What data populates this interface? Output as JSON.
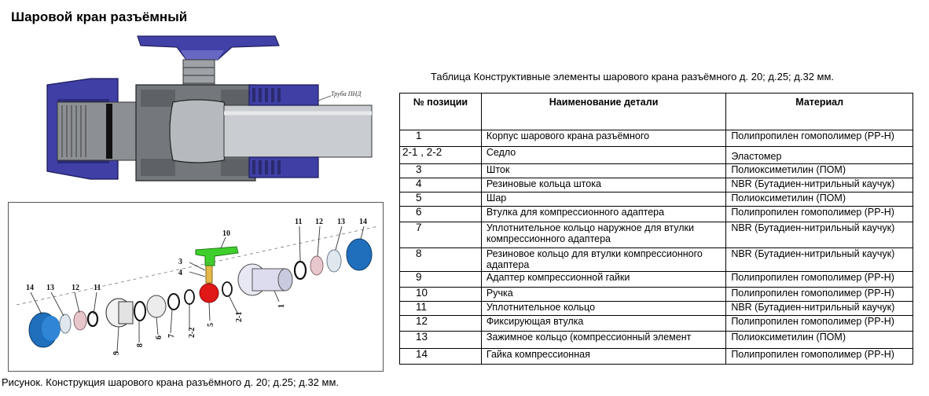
{
  "page_title": "Шаровой кран разъёмный",
  "section_label": "Труба ПНД",
  "table_title": "Таблица Конструктивные элементы шарового крана разъёмного д. 20; д.25; д.32 мм.",
  "table": {
    "headers": [
      "№ позиции",
      "Наименование детали",
      "Материал"
    ],
    "rows": [
      {
        "pos": "1",
        "name": "Корпус шарового крана разъёмного",
        "material": "Полипропилен гомополимер (PP-H)"
      },
      {
        "pos": "2-1 , 2-2",
        "name": "Седло",
        "material": "Эластомер"
      },
      {
        "pos": "3",
        "name": "Шток",
        "material": "Полиоксиметилин (ПОМ)"
      },
      {
        "pos": "4",
        "name": "Резиновые кольца штока",
        "material": "NBR (Бутадиен-нитрильный каучук)"
      },
      {
        "pos": "5",
        "name": "Шар",
        "material": "Полиоксиметилин (ПОМ)"
      },
      {
        "pos": "6",
        "name": "Втулка для компрессионного адаптера",
        "material": "Полипропилен гомополимер (PP-H)"
      },
      {
        "pos": "7",
        "name": "Уплотнительное кольцо наружное для втулки компрессионного адаптера",
        "material": "NBR (Бутадиен-нитрильный каучук)"
      },
      {
        "pos": "8",
        "name": "Резиновое кольцо для втулки компрессионного адаптера",
        "material": "NBR (Бутадиен-нитрильный каучук)"
      },
      {
        "pos": "9",
        "name": "Адаптер компрессионной гайки",
        "material": "Полипропилен гомополимер (PP-H)"
      },
      {
        "pos": "10",
        "name": "Ручка",
        "material": "Полипропилен гомополимер (PP-H)"
      },
      {
        "pos": "11",
        "name": "Уплотнительное кольцо",
        "material": "NBR (Бутадиен-нитрильный каучук)"
      },
      {
        "pos": "12",
        "name": "Фиксирующая втулка",
        "material": "Полипропилен гомополимер (PP-H)"
      },
      {
        "pos": "13",
        "name": "Зажимное кольцо (компрессионный элемент",
        "material": "Полиоксиметилин (ПОМ)"
      },
      {
        "pos": "14",
        "name": "Гайка компрессионная",
        "material": "Полипропилен гомополимер (PP-H)"
      }
    ]
  },
  "callouts": {
    "c14a": "14",
    "c13a": "13",
    "c12a": "12",
    "c11a": "11",
    "c9": "9",
    "c8": "8",
    "c6": "6",
    "c7": "7",
    "c22": "2-2",
    "c5": "5",
    "c4": "4",
    "c3": "3",
    "c10": "10",
    "c21": "2-1",
    "c1": "1",
    "c11b": "11",
    "c12b": "12",
    "c13b": "13",
    "c14b": "14"
  },
  "caption": "Рисунок. Конструкция шарового крана разъёмного д. 20; д.25; д.32 мм.",
  "colors": {
    "nut_blue": "#3f3fa6",
    "body_grey": "#8c8f94",
    "pipe_light": "#c9ccd0",
    "exploded_blue": "#1f6fbd",
    "handle_green": "#3fcf2c",
    "ball_red": "#e01818"
  }
}
